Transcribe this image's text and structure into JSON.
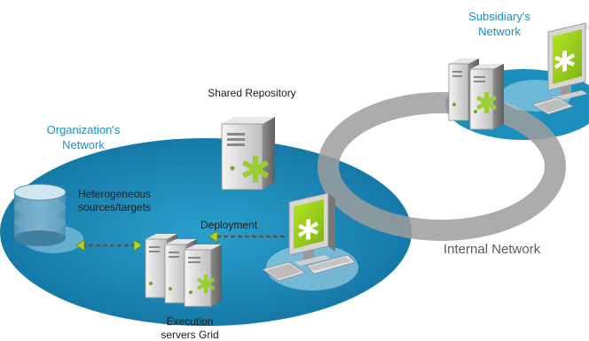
{
  "labels": {
    "subsidiary_network": "Subsidiary's\nNetwork",
    "shared_repository": "Shared Repository",
    "organization_network": "Organization's\nNetwork",
    "heterogeneous": "Heterogeneous\nsources/targets",
    "deployment": "Deployment",
    "internal_network": "Internal Network",
    "execution_grid": "Execution\nservers Grid"
  },
  "colors": {
    "network_fill": "#1d8fbd",
    "ring": "#a6a6a6",
    "accent_green": "#9acd32",
    "label_blue": "#1b8fc6",
    "server_gray": "#d9d9d9"
  }
}
